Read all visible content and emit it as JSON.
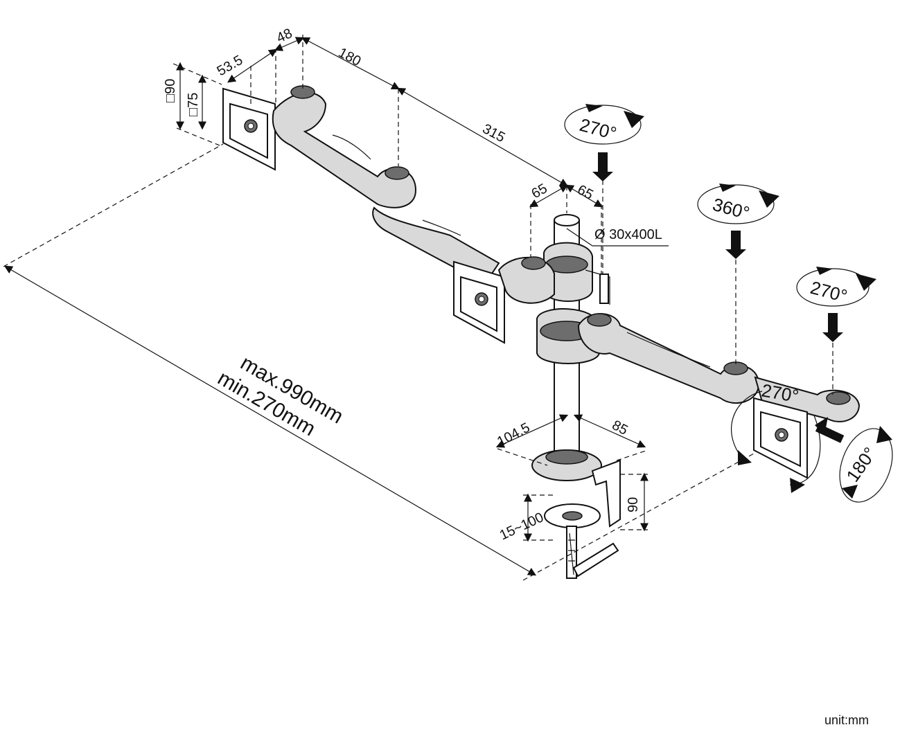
{
  "dimensions": {
    "d_53_5": "53.5",
    "d_48": "48",
    "d_180": "180",
    "d_315": "315",
    "d_65_left": "65",
    "d_65_right": "65",
    "pole": "Ø 30x400L",
    "vesa_90": "□90",
    "vesa_75": "□75",
    "d_104_5": "104.5",
    "d_85": "85",
    "d_90": "90",
    "clamp_range": "15~100"
  },
  "rotations": {
    "top_270": "270°",
    "mid_360": "360°",
    "right_270": "270°",
    "tilt_270": "270°",
    "swivel_180": "180°"
  },
  "span": {
    "max": "max.990mm",
    "min": "min.270mm"
  },
  "unit": "unit:mm"
}
